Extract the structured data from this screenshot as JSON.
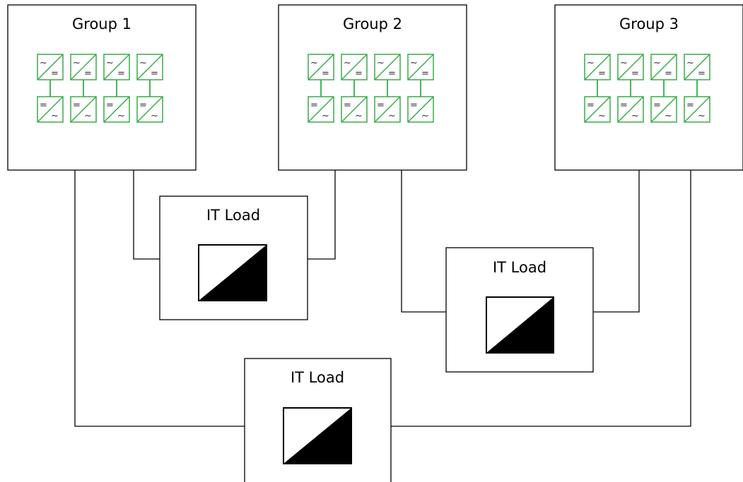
{
  "groups": [
    {
      "label": "Group 1"
    },
    {
      "label": "Group 2"
    },
    {
      "label": "Group 3"
    }
  ],
  "loads": [
    {
      "label": "IT Load"
    },
    {
      "label": "IT Load"
    },
    {
      "label": "IT Load"
    }
  ],
  "icons": {
    "converter": "ac-dc-converter-icon",
    "load": "it-load-icon"
  },
  "colors": {
    "converter": "#3aaa4a",
    "line": "#000000",
    "background": "#ffffff"
  }
}
